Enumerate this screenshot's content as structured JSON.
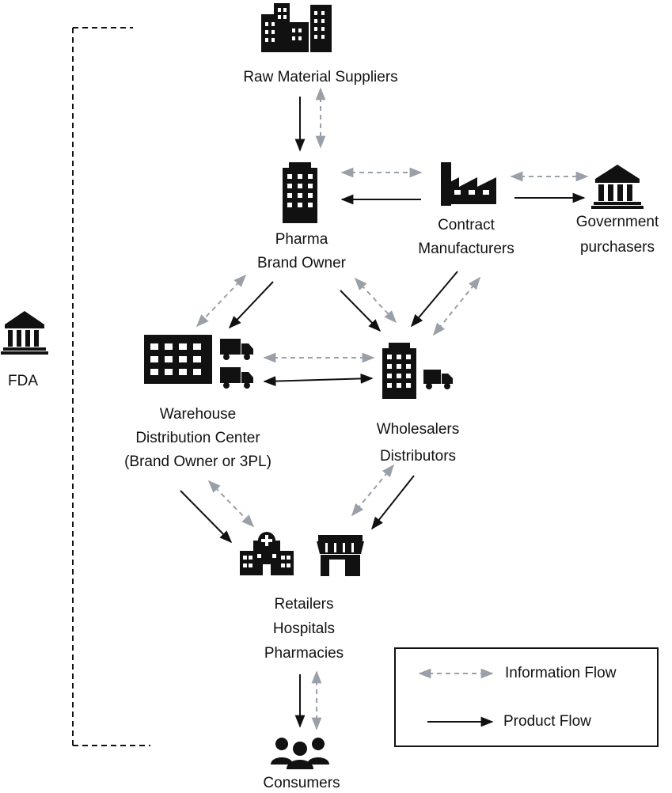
{
  "nodes": {
    "raw_material_suppliers": [
      "Raw Material Suppliers"
    ],
    "pharma_brand_owner": [
      "Pharma",
      "Brand Owner"
    ],
    "contract_manufacturers": [
      "Contract",
      "Manufacturers"
    ],
    "government_purchasers": [
      "Government",
      "purchasers"
    ],
    "fda": [
      "FDA"
    ],
    "warehouse": [
      "Warehouse",
      "Distribution Center",
      "(Brand Owner or 3PL)"
    ],
    "wholesalers": [
      "Wholesalers",
      "Distributors"
    ],
    "retailers": [
      "Retailers",
      "Hospitals",
      "Pharmacies"
    ],
    "consumers": [
      "Consumers"
    ]
  },
  "icons": {
    "raw_material_suppliers": "city-buildings-icon",
    "pharma_brand_owner": "office-building-icon",
    "contract_manufacturers": "factory-icon",
    "government_purchasers": "government-building-icon",
    "fda": "government-building-icon",
    "warehouse": "warehouse-building-icon",
    "warehouse_trucks": "truck-icon",
    "wholesalers": "office-building-icon",
    "wholesalers_truck": "truck-icon",
    "hospital": "hospital-icon",
    "retail_store": "store-icon",
    "consumers": "people-group-icon"
  },
  "legend": {
    "information_flow": "Information Flow",
    "product_flow": "Product Flow"
  },
  "colors": {
    "product_flow": "#111111",
    "information_flow": "#9aa0a8",
    "icon": "#111111"
  }
}
